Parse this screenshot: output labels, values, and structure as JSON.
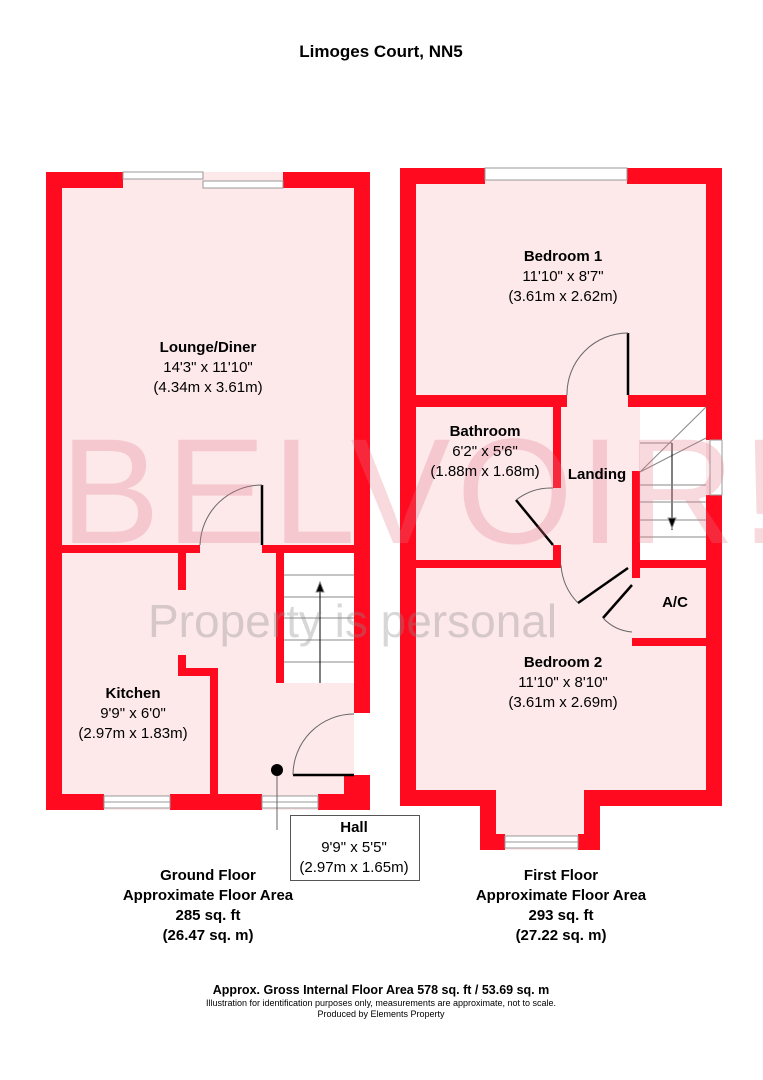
{
  "title": "Limoges Court, NN5",
  "colors": {
    "wall": "#ff0a1e",
    "floor": "#fde8ea",
    "watermark": "#e6a5b0"
  },
  "watermark": {
    "brand": "BELVOIR!",
    "tagline": "Property is personal"
  },
  "ground_floor": {
    "rooms": [
      {
        "name": "Lounge/Diner",
        "imperial": "14'3\" x 11'10\"",
        "metric": "(4.34m x 3.61m)"
      },
      {
        "name": "Kitchen",
        "imperial": "9'9\" x 6'0\"",
        "metric": "(2.97m x 1.83m)"
      },
      {
        "name": "Hall",
        "imperial": "9'9\" x 5'5\"",
        "metric": "(2.97m x 1.65m)"
      }
    ],
    "label": "Ground Floor",
    "area_label": "Approximate Floor Area",
    "area_sqft": "285 sq. ft",
    "area_sqm": "(26.47 sq. m)"
  },
  "first_floor": {
    "rooms": [
      {
        "name": "Bedroom 1",
        "imperial": "11'10\" x 8'7\"",
        "metric": "(3.61m x 2.62m)"
      },
      {
        "name": "Bathroom",
        "imperial": "6'2\" x 5'6\"",
        "metric": "(1.88m x 1.68m)"
      },
      {
        "name": "Landing"
      },
      {
        "name": "A/C"
      },
      {
        "name": "Bedroom 2",
        "imperial": "11'10\" x 8'10\"",
        "metric": "(3.61m x 2.69m)"
      }
    ],
    "label": "First Floor",
    "area_label": "Approximate Floor Area",
    "area_sqft": "293 sq. ft",
    "area_sqm": "(27.22 sq. m)"
  },
  "footer": {
    "total": "Approx. Gross Internal Floor Area 578 sq. ft / 53.69 sq. m",
    "disclaimer": "Illustration for identification purposes only, measurements are approximate, not to scale.",
    "producer": "Produced by Elements Property"
  }
}
